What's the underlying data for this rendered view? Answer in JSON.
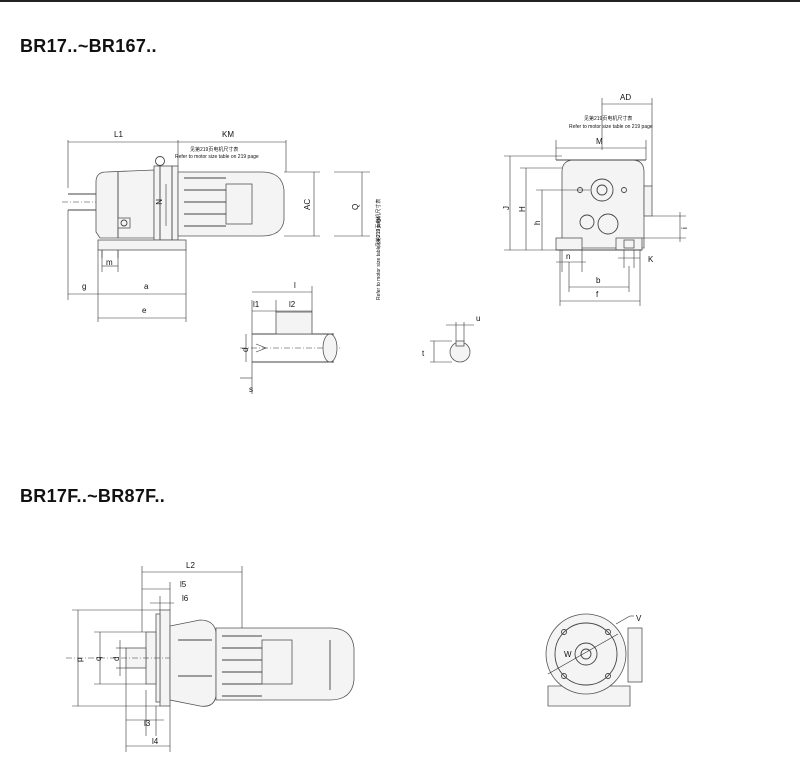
{
  "titles": {
    "top": "BR17..~BR167..",
    "bottom": "BR17F..~BR87F.."
  },
  "notes": {
    "cn": "见第219页电机尺寸表",
    "en": "Refer to motor size table on 219 page"
  },
  "dims": {
    "L1": "L1",
    "KM": "KM",
    "N": "N",
    "AC": "AC",
    "Q": "Q",
    "m": "m",
    "g": "g",
    "a": "a",
    "e": "e",
    "l": "l",
    "l1": "l1",
    "l2": "l2",
    "d": "d",
    "s": "s",
    "u": "u",
    "t": "t",
    "AD": "AD",
    "M": "M",
    "J": "J",
    "H": "H",
    "h": "h",
    "i": "i",
    "n": "n",
    "K": "K",
    "b": "b",
    "f": "f",
    "L2": "L2",
    "l5": "l5",
    "l6": "l6",
    "p": "p",
    "q": "q",
    "l3": "l3",
    "l4": "l4",
    "V": "V",
    "W": "W"
  }
}
